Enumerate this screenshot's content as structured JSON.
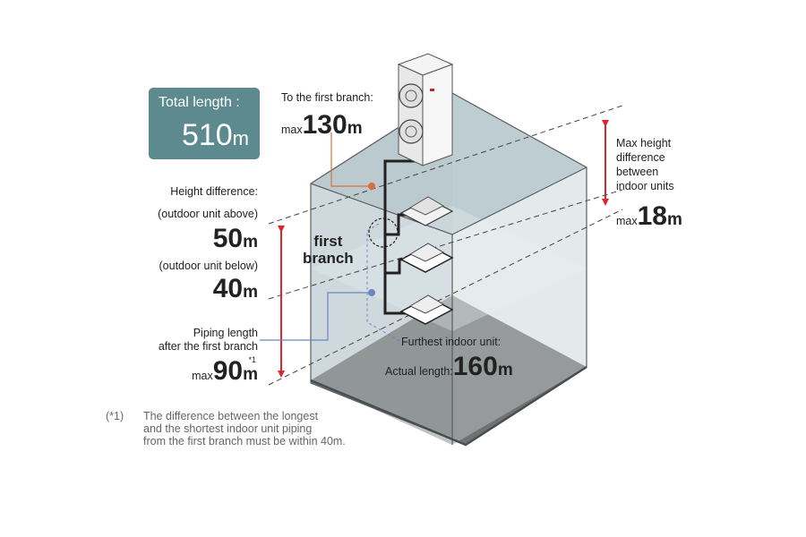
{
  "total": {
    "label": "Total length :",
    "value": "510",
    "unit": "m"
  },
  "first_branch_run": {
    "label": "To the first branch:",
    "prefix": "max",
    "value": "130",
    "unit": "m"
  },
  "height_difference": {
    "title": "Height difference:",
    "above_label": "(outdoor unit above)",
    "above_value": "50",
    "above_unit": "m",
    "below_label": "(outdoor unit below)",
    "below_value": "40",
    "below_unit": "m"
  },
  "piping_after_branch": {
    "line1": "Piping length",
    "line2": "after the first branch",
    "prefix": "max",
    "value": "90",
    "unit": "m",
    "footnote_mark": "*1"
  },
  "branch_label": {
    "line1": "first",
    "line2": "branch"
  },
  "indoor_height": {
    "line1": "Max height",
    "line2": "difference",
    "line3": "between",
    "line4": "indoor units",
    "prefix": "max",
    "value": "18",
    "unit": "m"
  },
  "furthest": {
    "label": "Furthest indoor unit:",
    "actual_label": "Actual length:",
    "value": "160",
    "unit": "m"
  },
  "footnote": {
    "mark": "(*1)",
    "line1": "The difference between the longest",
    "line2": "and the shortest indoor unit piping",
    "line3": "from the first branch must be within 40m."
  },
  "colors": {
    "box": "#5d8a8e",
    "arrow": "#e0262b",
    "pipe": "#222222",
    "orange_leader": "#d9703a",
    "blue_leader": "#6a86c0"
  }
}
